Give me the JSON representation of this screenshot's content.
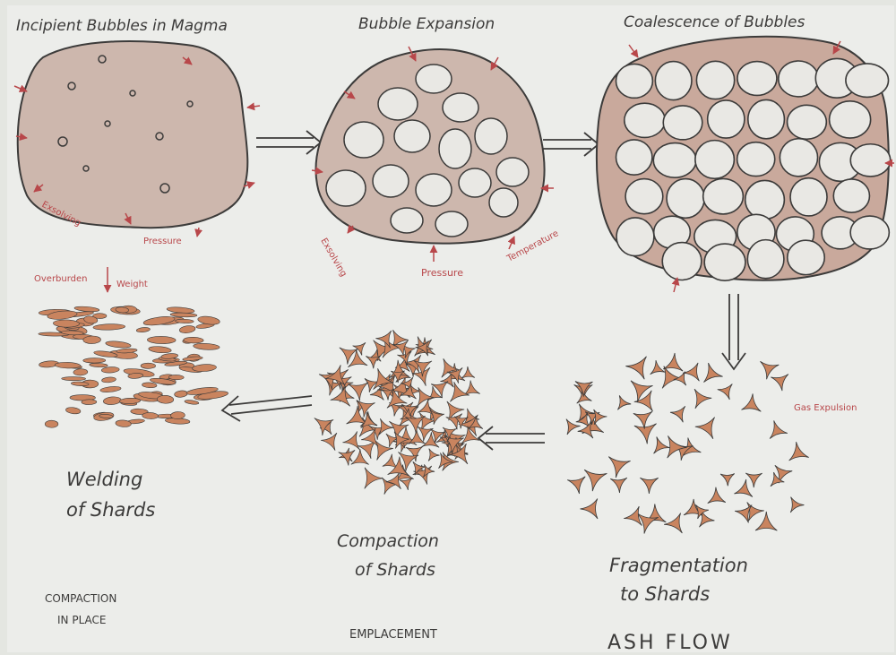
{
  "stages": {
    "incipient": {
      "title": "Incipient Bubbles in Magma",
      "labels": {
        "exsolving": "Exsolving",
        "pressure": "Pressure"
      }
    },
    "expansion": {
      "title": "Bubble Expansion",
      "labels": {
        "exsolving": "Exsolving",
        "pressure": "Pressure",
        "temperature": "Temperature"
      }
    },
    "coalescence": {
      "title": "Coalescence of Bubbles"
    },
    "fragmentation": {
      "title_line1": "Fragmentation",
      "title_line2": "to Shards",
      "labels": {
        "gas_expulsion": "Gas Expulsion"
      }
    },
    "compaction": {
      "title_line1": "Compaction",
      "title_line2": "of Shards"
    },
    "welding": {
      "title_line1": "Welding",
      "title_line2": "of Shards",
      "labels": {
        "overburden": "Overburden",
        "weight": "Weight"
      }
    }
  },
  "footer": {
    "compaction_in_place_line1": "COMPACTION",
    "compaction_in_place_line2": "IN PLACE",
    "emplacement": "EMPLACEMENT",
    "ash_flow": "ASH FLOW"
  },
  "colors": {
    "paper": "#ecedea",
    "ink": "#3c3b3a",
    "magma_fill": "#cdb7ad",
    "shard_fill": "#c9845f",
    "red_label": "#b8474a"
  }
}
